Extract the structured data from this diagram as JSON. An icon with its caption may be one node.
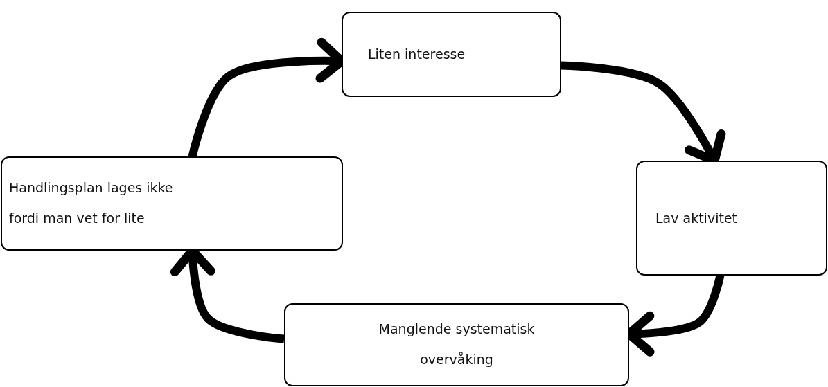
{
  "diagram": {
    "nodes": [
      {
        "text": [
          "Liten interesse"
        ]
      },
      {
        "text": [
          "Lav aktivitet"
        ]
      },
      {
        "text": [
          "Manglende systematisk overvåking"
        ]
      },
      {
        "text": [
          "Handlingsplan lages ikke fordi man vet for lite"
        ]
      }
    ],
    "edges": [
      {
        "from": 0,
        "to": 1,
        "arrow": "to"
      },
      {
        "from": 1,
        "to": 2,
        "arrow": "to"
      },
      {
        "from": 2,
        "to": 3,
        "arrow": "to"
      },
      {
        "from": 3,
        "to": 0,
        "arrow": "to"
      }
    ]
  }
}
